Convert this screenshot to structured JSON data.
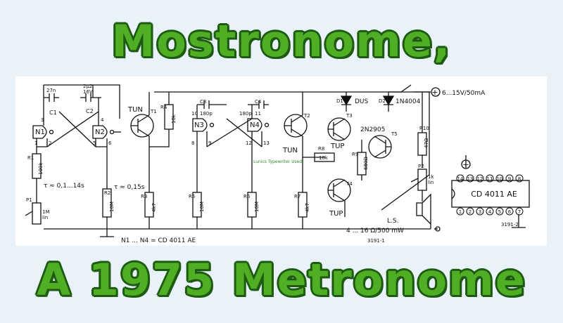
{
  "title_top": "Mostronome,",
  "title_bottom": "A 1975 Metronome",
  "watermark": "Lunics Typewriter Used",
  "labels": {
    "c1_val": "27n",
    "c1": "C1",
    "c2_val1": "2µ2",
    "c2_val2": "16V",
    "c2": "C2",
    "n1": "N1",
    "n2": "N2",
    "n3": "N3",
    "n4": "N4",
    "pin3": "3",
    "pin1": "1",
    "pin2": "2",
    "pin4": "4",
    "pin5": "5",
    "pin6": "6",
    "pin10": "10",
    "pin8": "8",
    "pin9": "9",
    "pin11": "11",
    "pin12": "12",
    "pin13": "13",
    "tun1": "TUN",
    "t1": "T1",
    "tun2": "TUN",
    "t2": "T2",
    "tup3": "TUP",
    "t3": "T3",
    "tup4": "TUP",
    "t4": "T4",
    "t5_type": "2N2905",
    "t5": "T5",
    "r1": "R1",
    "r1_val": "100k",
    "r2": "R2",
    "r2_val": "10M",
    "r3": "R3",
    "r3_val": "4k7",
    "r4": "R4",
    "r4_val": "10k",
    "r5": "R5",
    "r5_val": "10M",
    "r6": "R6",
    "r6_val": "10M",
    "r7": "R7",
    "r7_val": "4k7",
    "r8": "R8",
    "r8_val": "10k",
    "r9": "R9",
    "r9_val": "680Ω",
    "r10": "R10",
    "r10_val": "47Ω",
    "c3": "C3",
    "c3_val": "180p",
    "c4": "C4",
    "c4_val": "180p",
    "d1": "D1",
    "d1_type": "DUS",
    "d2": "D2",
    "d2_type": "1N4004",
    "supply": "6...15V/50mA",
    "tau1": "τ ≈ 0,1...14s",
    "tau2": "τ ≈ 0,15s",
    "p1": "P1",
    "p1_val1": "1M",
    "p1_val2": "lin",
    "p2": "P2",
    "p2_val1": "1k",
    "p2_val2": "lin",
    "ls": "L.S.",
    "ls_spec": "4 ... 16 Ω/500 mW",
    "ic_note": "N1 ... N4 = CD 4011 AE",
    "fig1": "3191-1",
    "ic_name": "CD 4011 AE",
    "fig2": "3191-2",
    "plus": "+",
    "top_pins": [
      "14",
      "13",
      "12",
      "11",
      "10",
      "9",
      "8"
    ],
    "bottom_pins": [
      "1",
      "2",
      "3",
      "4",
      "5",
      "6",
      "7"
    ]
  }
}
